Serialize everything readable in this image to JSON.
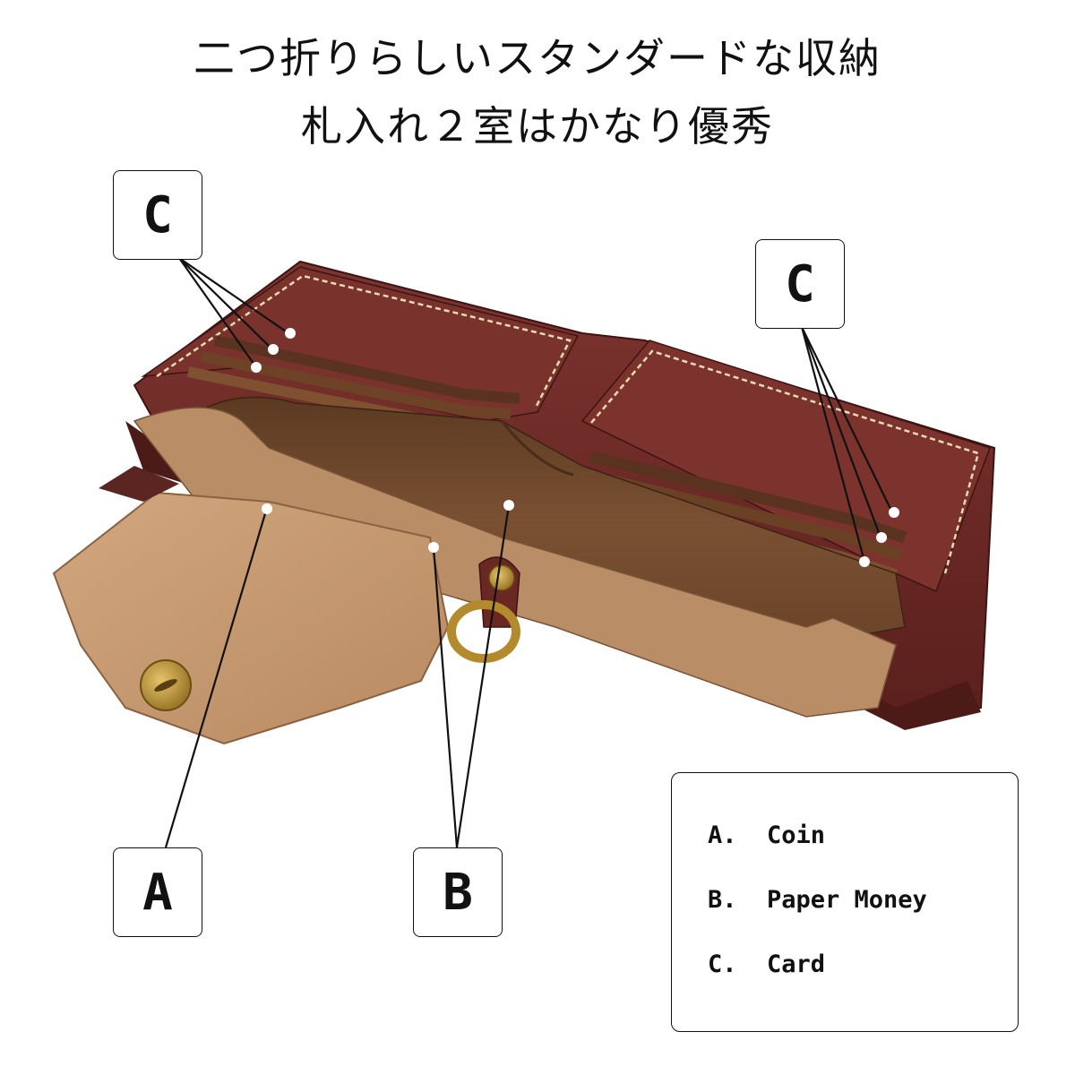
{
  "headline": {
    "line1": "二つ折りらしいスタンダードな収納",
    "line2": "札入れ２室はかなり優秀"
  },
  "callouts": {
    "card_left": "C",
    "card_right": "C",
    "coin": "A",
    "bills": "B"
  },
  "legend": {
    "items": [
      {
        "letter": "A.",
        "text": "Coin"
      },
      {
        "letter": "B.",
        "text": "Paper Money"
      },
      {
        "letter": "C.",
        "text": "Card"
      }
    ]
  },
  "colors": {
    "burgundy_leather": "#6e2a25",
    "dark_brown_lining": "#6b4428",
    "tan_suede": "#c79a72",
    "stitch_thread": "#e9dcb5",
    "brass": "#b48a2e",
    "ink": "#111111"
  }
}
